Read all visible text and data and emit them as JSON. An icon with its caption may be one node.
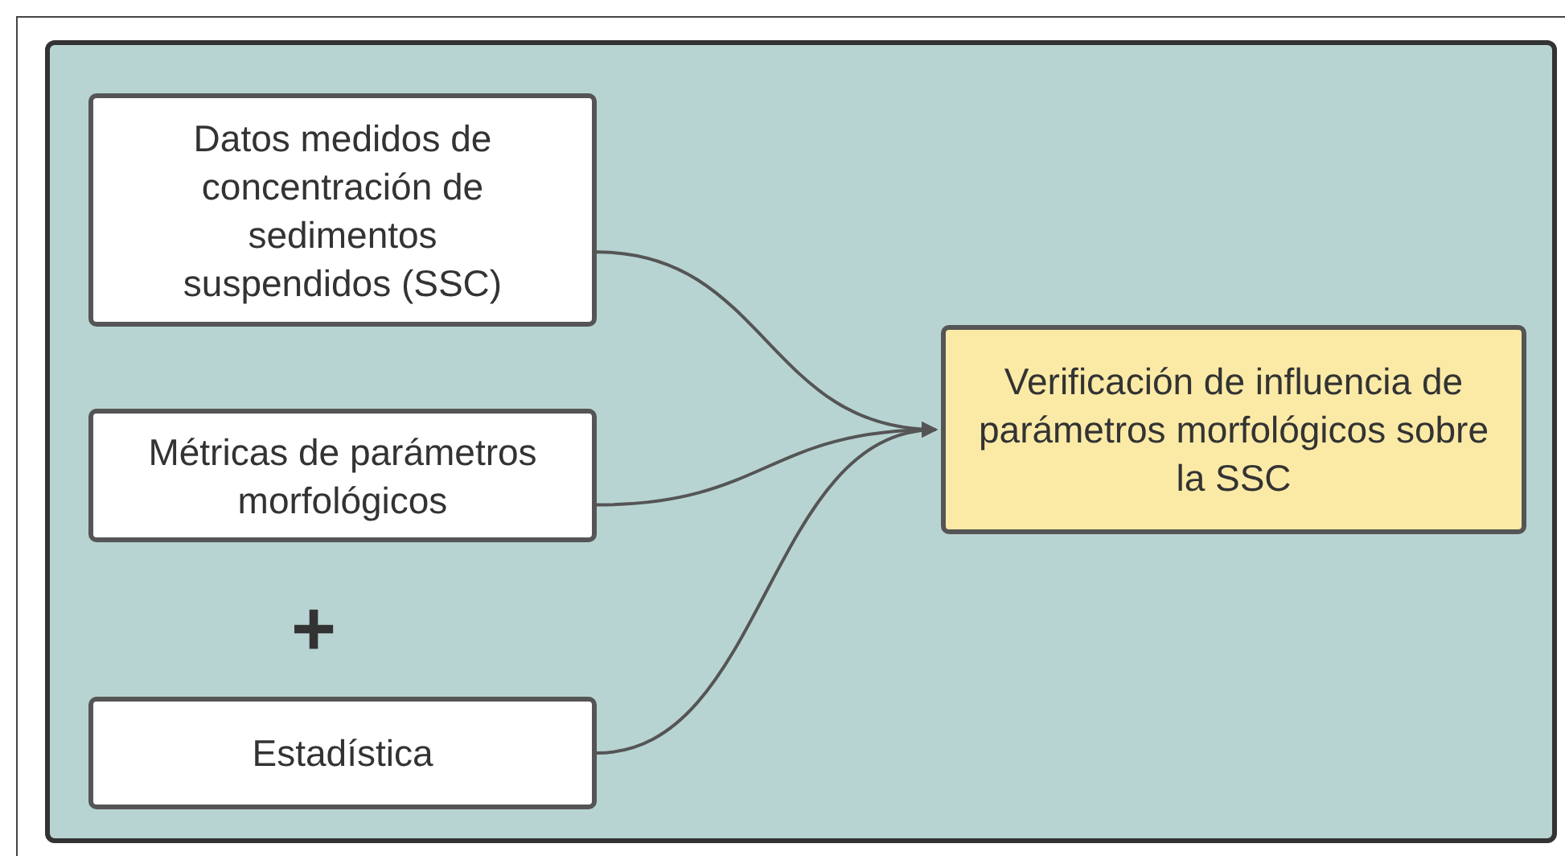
{
  "diagram": {
    "nodes": [
      {
        "text": [],
        "shape": "box"
      },
      {
        "text": [
          "Datos medidos de concentración de sedimentos suspendidos (SSC)"
        ],
        "in": 0
      },
      {
        "text": [
          "Métricas de parámetros morfológicos"
        ],
        "in": 0
      },
      {
        "text": [
          "Estadística"
        ],
        "in": 0
      },
      {
        "text": [
          "Verificación de influencia de parámetros morfológicos sobre la SSC"
        ],
        "in": 0
      }
    ],
    "edges": [
      {
        "from": 1,
        "to": 4,
        "arrow": "to"
      },
      {
        "from": 2,
        "to": 4,
        "arrow": "to"
      },
      {
        "from": 3,
        "to": 4,
        "arrow": "to"
      }
    ],
    "labels": [
      "+"
    ]
  }
}
